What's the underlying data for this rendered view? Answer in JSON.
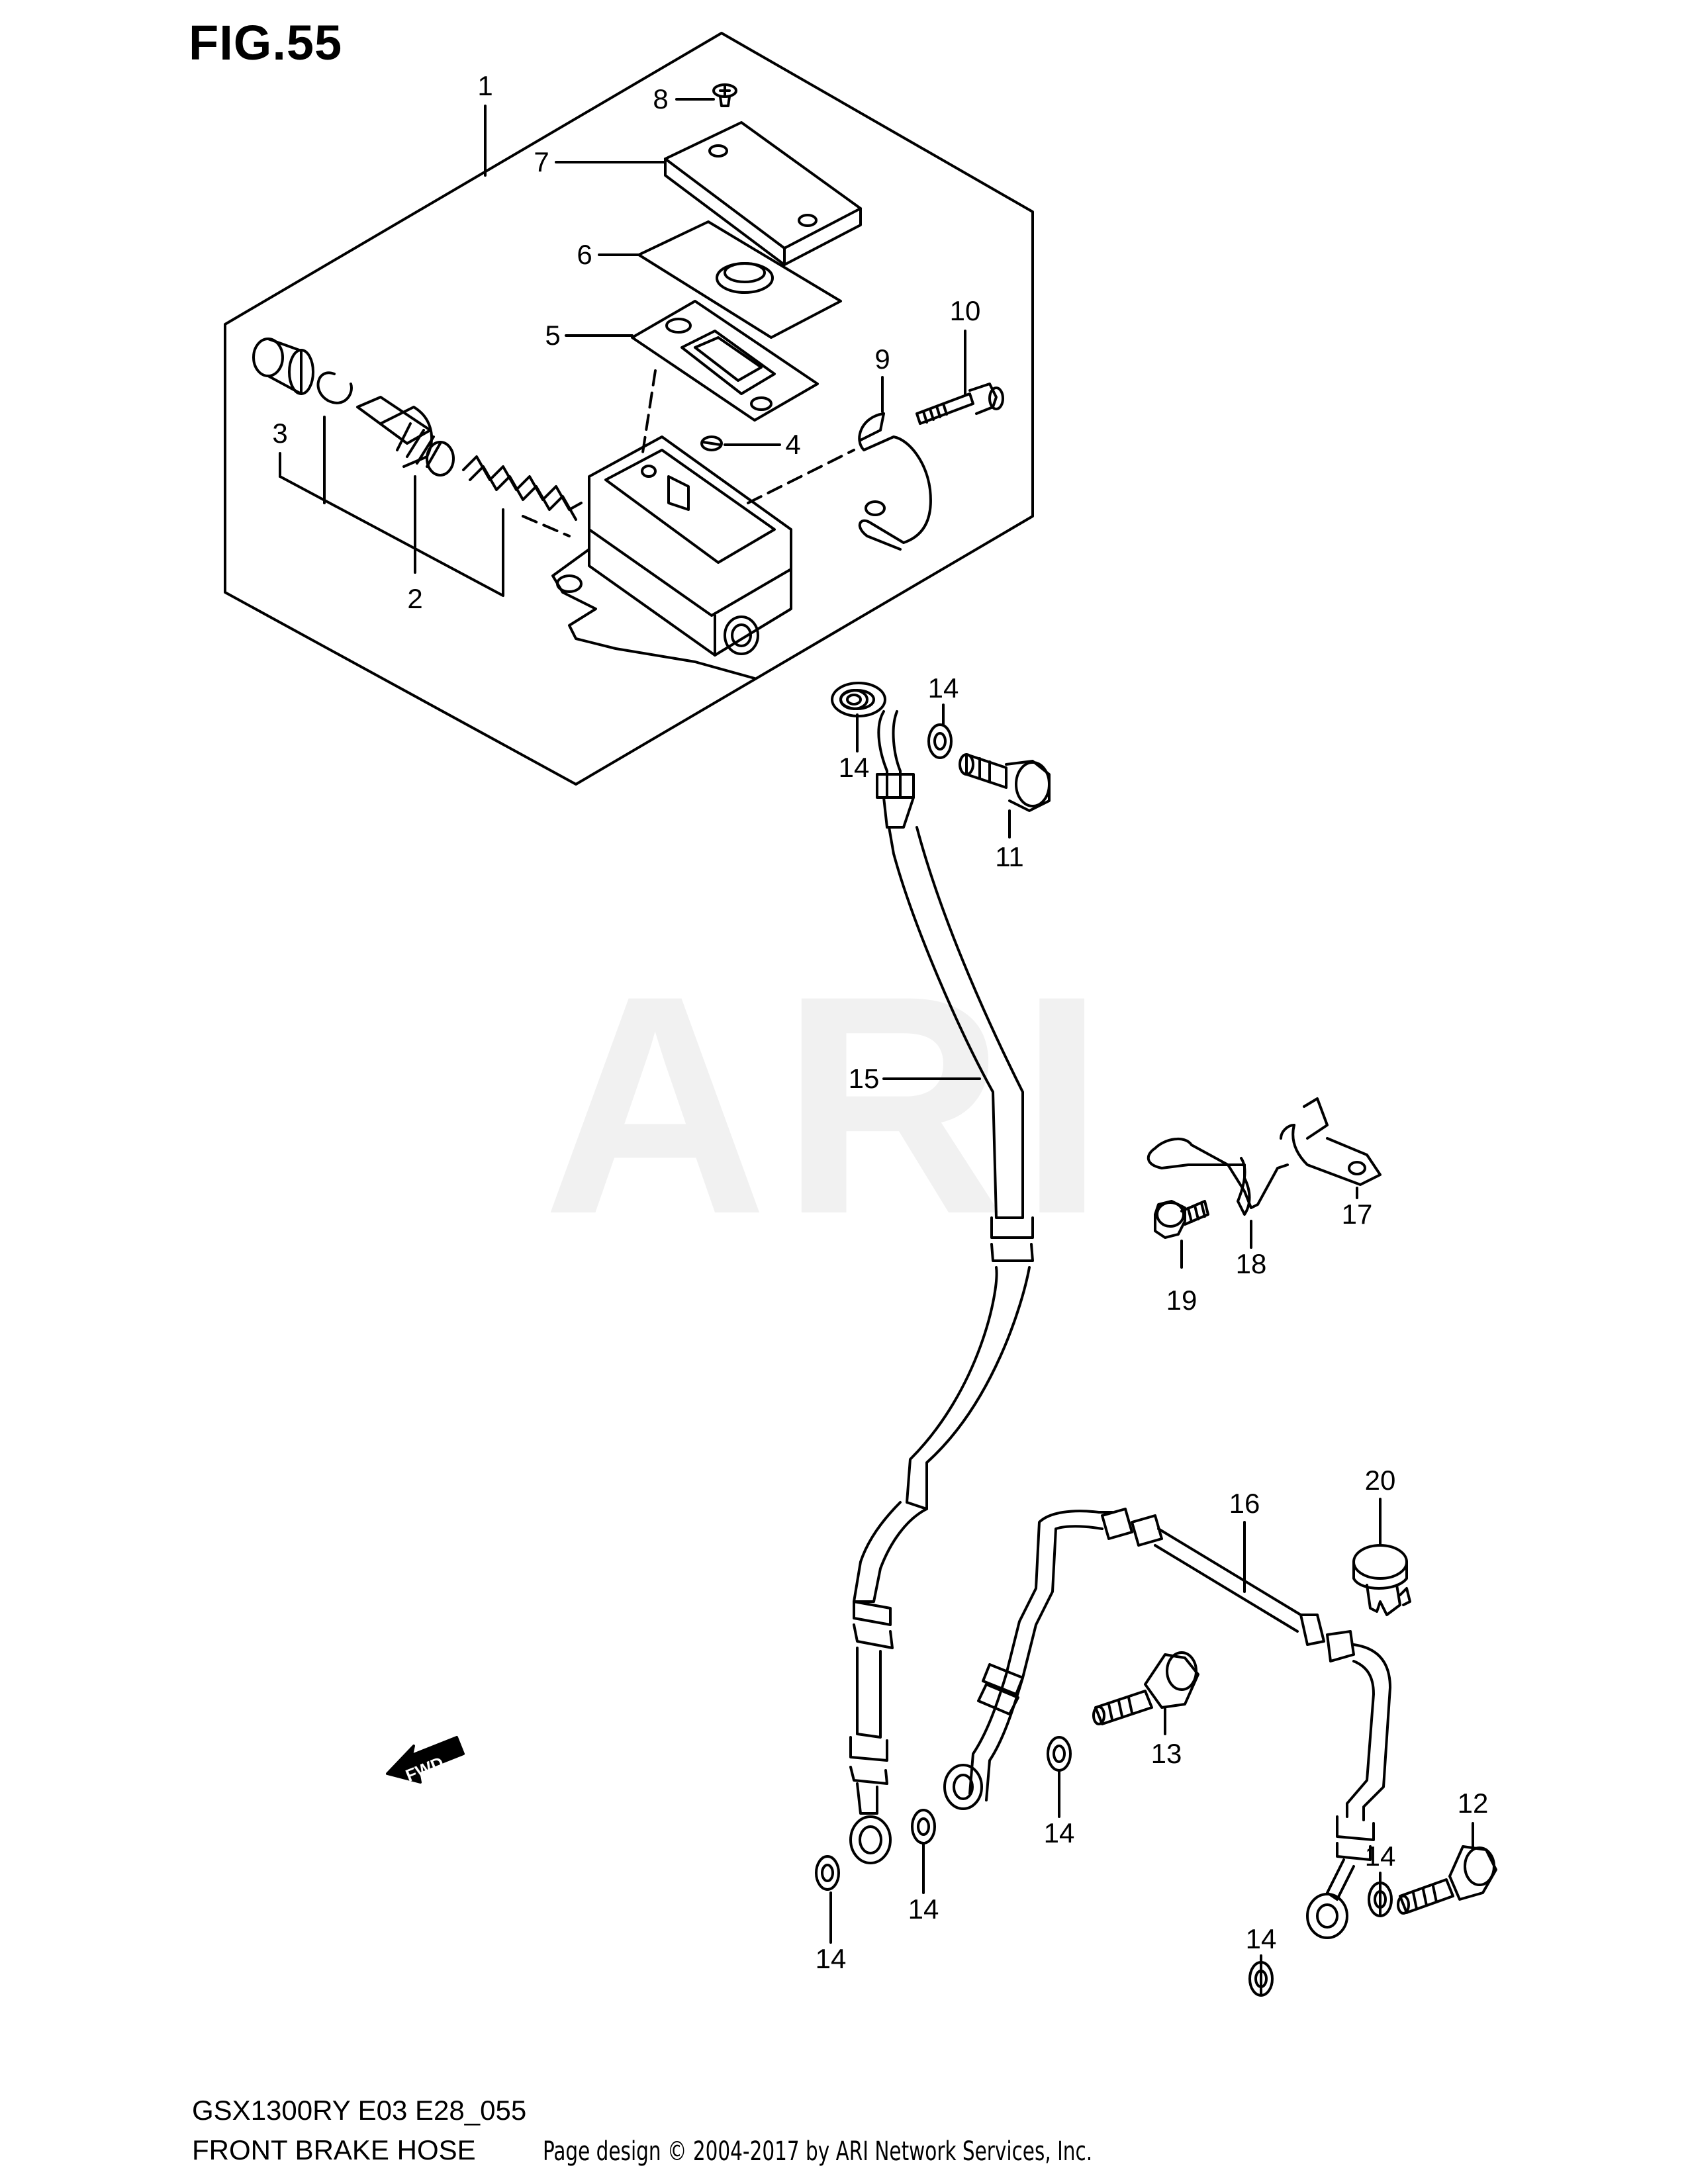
{
  "figure": {
    "title": "FIG.55"
  },
  "watermark": {
    "text": "ARI"
  },
  "callouts": [
    {
      "id": "1",
      "label": "1"
    },
    {
      "id": "2",
      "label": "2"
    },
    {
      "id": "3",
      "label": "3"
    },
    {
      "id": "4",
      "label": "4"
    },
    {
      "id": "5",
      "label": "5"
    },
    {
      "id": "6",
      "label": "6"
    },
    {
      "id": "7",
      "label": "7"
    },
    {
      "id": "8",
      "label": "8"
    },
    {
      "id": "9",
      "label": "9"
    },
    {
      "id": "10",
      "label": "10"
    },
    {
      "id": "11",
      "label": "11"
    },
    {
      "id": "12",
      "label": "12"
    },
    {
      "id": "13",
      "label": "13"
    },
    {
      "id": "14",
      "label": "14"
    },
    {
      "id": "15",
      "label": "15"
    },
    {
      "id": "16",
      "label": "16"
    },
    {
      "id": "17",
      "label": "17"
    },
    {
      "id": "18",
      "label": "18"
    },
    {
      "id": "19",
      "label": "19"
    },
    {
      "id": "20",
      "label": "20"
    }
  ],
  "direction_arrow": {
    "label": "FWD"
  },
  "footer": {
    "model": "GSX1300RY E03 E28_055",
    "title": "FRONT BRAKE HOSE",
    "copyright": "Page design © 2004-2017 by ARI Network Services, Inc."
  },
  "colors": {
    "line": "#000000",
    "background": "#ffffff",
    "watermark": "#f1f1f1"
  }
}
